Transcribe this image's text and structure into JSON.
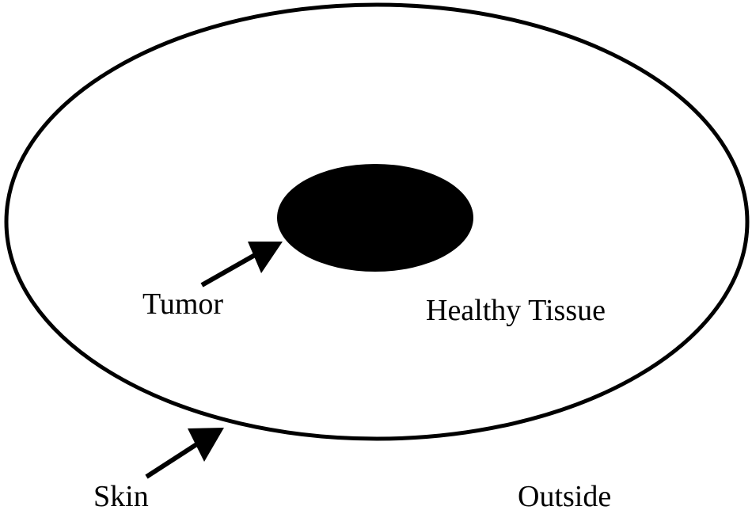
{
  "labels": {
    "tumor": "Tumor",
    "healthy_tissue": "Healthy Tissue",
    "skin": "Skin",
    "outside": "Outside"
  },
  "colors": {
    "stroke": "#000000",
    "tumor_fill": "#000000",
    "background": "#ffffff"
  }
}
